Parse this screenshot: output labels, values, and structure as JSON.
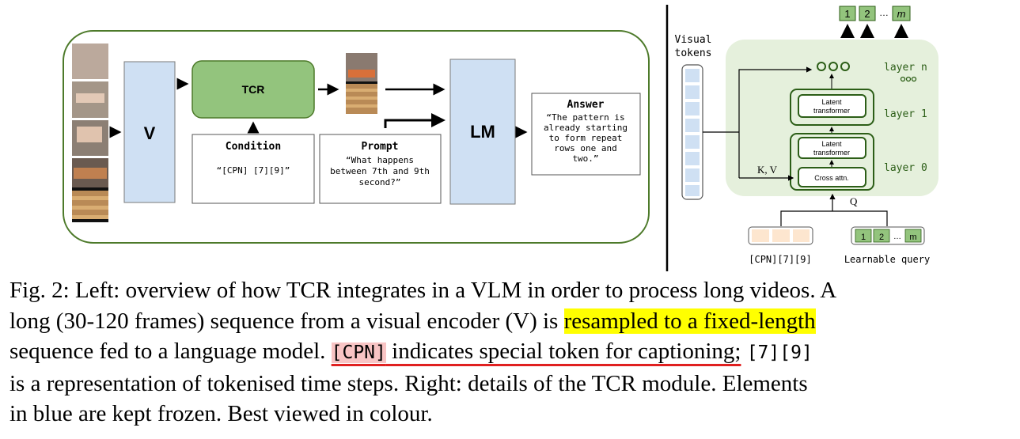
{
  "left": {
    "v_label": "V",
    "tcr_label": "TCR",
    "lm_label": "LM",
    "condition_title": "Condition",
    "condition_text": "“[CPN] [7][9]”",
    "prompt_title": "Prompt",
    "prompt_lines": [
      "“What happens",
      "between 7th and 9th",
      "second?”"
    ],
    "answer_title": "Answer",
    "answer_lines": [
      "“The pattern is",
      "already starting",
      "to form repeat",
      "rows one and",
      "two.”"
    ]
  },
  "right": {
    "visual_tokens_lines": [
      "Visual",
      "tokens"
    ],
    "output_tokens": [
      "1",
      "2",
      "…",
      "m"
    ],
    "layer_n": "layer n",
    "layer_1": "layer 1",
    "layer_0": "layer 0",
    "latent_transformer_lines": [
      "Latent",
      "transformer"
    ],
    "cross_attn": "Cross attn.",
    "kv": "K, V",
    "q": "Q",
    "cond_label": "[CPN][7][9]",
    "query_label": "Learnable query",
    "query_tokens": [
      "1",
      "2",
      "…",
      "m"
    ]
  },
  "caption": {
    "l1": "Fig. 2: Left: overview of how TCR integrates in a VLM in order to process long videos. A",
    "l2a": "long (30-120 frames) sequence from a visual encoder (V) is ",
    "l2b": "resampled to a fixed-length",
    "l3a": "sequence fed to a language model. ",
    "l3code": "[CPN]",
    "l3b": " indicates special token for captioning;",
    "l3c": " ",
    "l3code2": "[7][9]",
    "l4": "is a representation of tokenised time steps. Right: details of the TCR module. Elements",
    "l5": "in blue are kept frozen. Best viewed in colour."
  },
  "colors": {
    "frozen_blue": "#cfe0f3",
    "trainable_green": "#93c47d",
    "module_bg": "#e5f0dc",
    "dark_green": "#2c5e17",
    "highlight": "#ffff00",
    "underline_red": "#e02020"
  }
}
